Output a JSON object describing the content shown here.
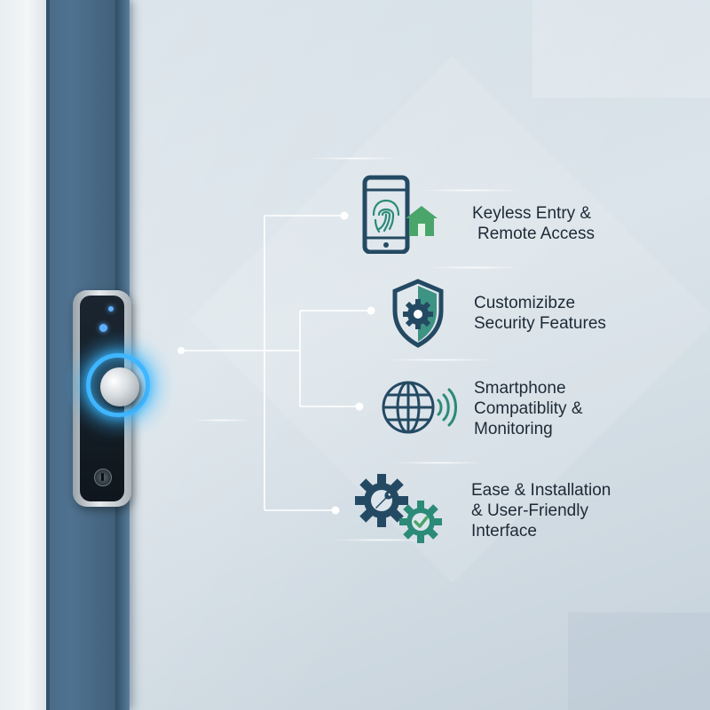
{
  "features": [
    {
      "lines": [
        "Keyless Entry &",
        "Remote Access"
      ],
      "icon": "phone-fingerprint-home-icon"
    },
    {
      "lines": [
        "Customizibze",
        "Security Features"
      ],
      "icon": "shield-gear-icon"
    },
    {
      "lines": [
        "Smartphone",
        "Compatiblity &",
        "Monitoring"
      ],
      "icon": "globe-signal-icon"
    },
    {
      "lines": [
        "Ease & Installation",
        "& User-Friendly",
        "Interface"
      ],
      "icon": "gears-check-icon"
    }
  ],
  "colors": {
    "icon_dark": "#244a63",
    "icon_teal": "#2b8a78",
    "icon_green": "#4aa56a",
    "lock_glow": "#3fb6ff",
    "text": "#1d2a36"
  }
}
